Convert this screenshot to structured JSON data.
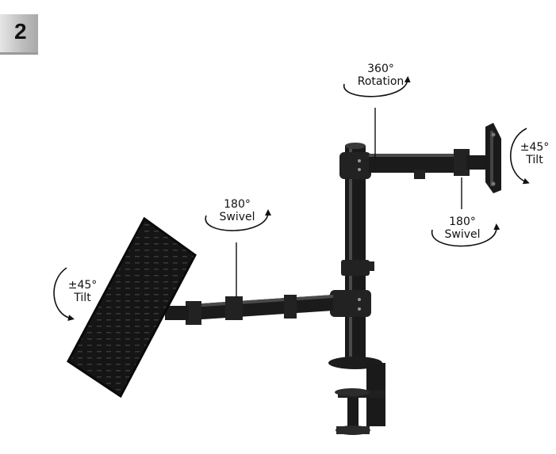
{
  "step": {
    "number": "2"
  },
  "labels": {
    "rotation": {
      "degrees": "360°",
      "text": "Rotation"
    },
    "swivel_left": {
      "degrees": "180°",
      "text": "Swivel"
    },
    "swivel_right": {
      "degrees": "180°",
      "text": "Swivel"
    },
    "tilt_left": {
      "degrees": "±45°",
      "text": "Tilt"
    },
    "tilt_right": {
      "degrees": "±45°",
      "text": "Tilt"
    }
  }
}
